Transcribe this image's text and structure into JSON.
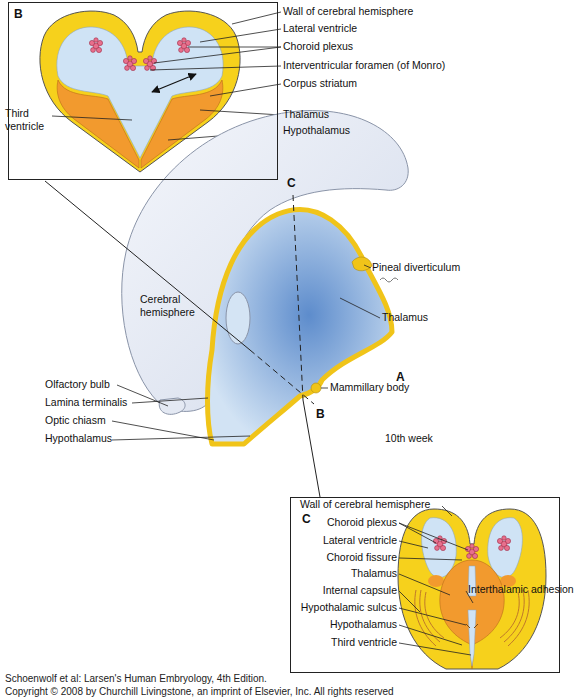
{
  "diagram": {
    "nodes": [
      {
        "text": [
          "B"
        ]
      },
      {
        "text": [
          "C"
        ]
      }
    ],
    "labels": [
      "Wall of cerebral hemisphere",
      "Lateral ventricle",
      "Choroid plexus",
      "Interventricular foramen (of Monro)",
      "Corpus striatum",
      "Third ventricle",
      "Thalamus",
      "Hypothalamus",
      "C",
      "Pineal diverticulum",
      "Cerebral hemisphere",
      "Thalamus",
      "A",
      "Mammillary body",
      "B",
      "Olfactory bulb",
      "Lamina terminalis",
      "Optic chiasm",
      "Hypothalamus",
      "10th week",
      "Wall of cerebral hemisphere",
      "Choroid plexus",
      "Lateral ventricle",
      "Choroid fissure",
      "Thalamus",
      "Internal capsule",
      "Hypothalamic sulcus",
      "Hypothalamus",
      "Third ventricle",
      "Interthalamic adhesion",
      "Schoenwolf et al: Larsen's Human Embryology, 4th Edition.",
      "Copyright © 2008 by Churchill Livingstone, an imprint of Elsevier, Inc. All rights reserved"
    ]
  }
}
